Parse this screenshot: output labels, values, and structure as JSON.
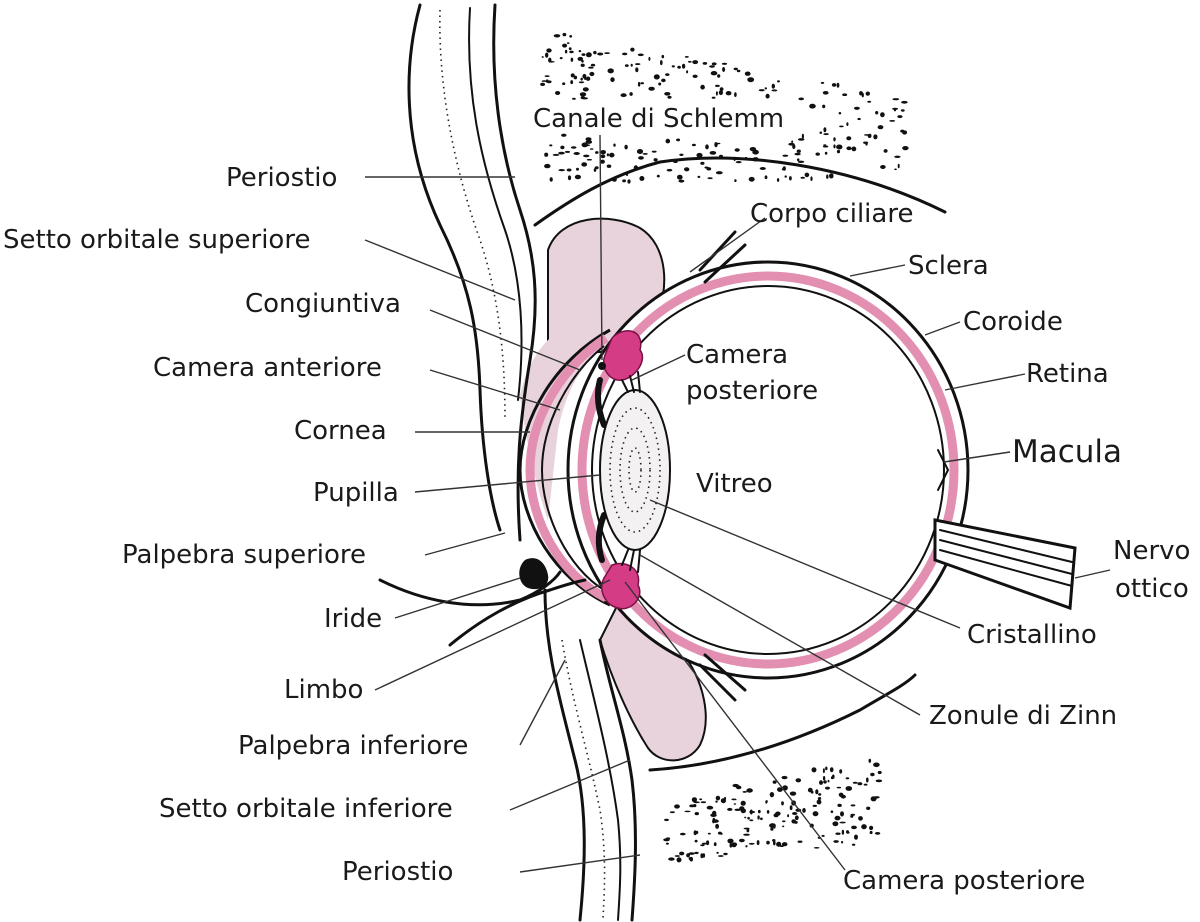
{
  "colors": {
    "ink": "#111111",
    "tissue_pink": "#e8d2dc",
    "choroid_pink": "#e38fb1",
    "ciliary_magenta": "#d43c86"
  },
  "labels": {
    "canale_schlemm": "Canale di Schlemm",
    "periostio_sup": "Periostio",
    "corpo_ciliare": "Corpo ciliare",
    "setto_sup": "Setto orbitale superiore",
    "sclera": "Sclera",
    "congiuntiva": "Congiuntiva",
    "coroide": "Coroide",
    "camera_anteriore": "Camera anteriore",
    "camera_posteriore_1": "Camera",
    "camera_posteriore_2": "posteriore",
    "retina": "Retina",
    "cornea": "Cornea",
    "macula": "Macula",
    "pupilla": "Pupilla",
    "vitreo": "Vitreo",
    "palpebra_sup": "Palpebra superiore",
    "nervo_1": "Nervo",
    "nervo_2": "ottico",
    "iride": "Iride",
    "cristallino": "Cristallino",
    "limbo": "Limbo",
    "zonule": "Zonule di Zinn",
    "palpebra_inf": "Palpebra inferiore",
    "setto_inf": "Setto orbitale inferiore",
    "periostio_inf": "Periostio",
    "camera_posteriore_bottom": "Camera posteriore"
  }
}
